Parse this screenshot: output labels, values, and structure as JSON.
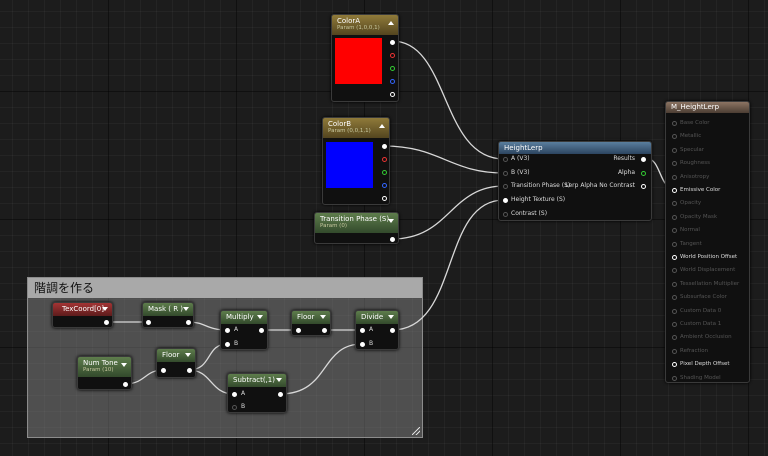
{
  "comment": {
    "title": "階調を作る"
  },
  "nodes": {
    "colorA": {
      "title": "ColorA",
      "subtitle": "Param (1,0,0,1)",
      "color": "#ff0000"
    },
    "colorB": {
      "title": "ColorB",
      "subtitle": "Param (0,0,1,1)",
      "color": "#0000ff"
    },
    "transitionPhase": {
      "title": "Transition Phase (S)",
      "subtitle": "Param (0)"
    },
    "heightLerp": {
      "title": "HeightLerp",
      "inputs": [
        "A (V3)",
        "B (V3)",
        "Transition Phase (S)",
        "Height Texture (S)",
        "Contrast (S)"
      ],
      "outputs": [
        "Results",
        "Alpha",
        "Lerp Alpha No Contrast"
      ]
    },
    "material": {
      "title": "M_HeightLerp",
      "inputs": [
        "Base Color",
        "Metallic",
        "Specular",
        "Roughness",
        "Anisotropy",
        "Emissive Color",
        "Opacity",
        "Opacity Mask",
        "Normal",
        "Tangent",
        "World Position Offset",
        "World Displacement",
        "Tessellation Multiplier",
        "Subsurface Color",
        "Custom Data 0",
        "Custom Data 1",
        "Ambient Occlusion",
        "Refraction",
        "Pixel Depth Offset",
        "Shading Model"
      ]
    },
    "texCoord": {
      "title": "TexCoord[0]"
    },
    "mask": {
      "title": "Mask ( R )"
    },
    "multiply": {
      "title": "Multiply",
      "inputs": [
        "A",
        "B"
      ]
    },
    "floor1": {
      "title": "Floor"
    },
    "divide": {
      "title": "Divide",
      "inputs": [
        "A",
        "B"
      ]
    },
    "numTone": {
      "title": "Num Tone",
      "subtitle": "Param (10)"
    },
    "floor2": {
      "title": "Floor"
    },
    "subtract": {
      "title": "Subtract(,1)",
      "inputs": [
        "A",
        "B"
      ]
    }
  }
}
